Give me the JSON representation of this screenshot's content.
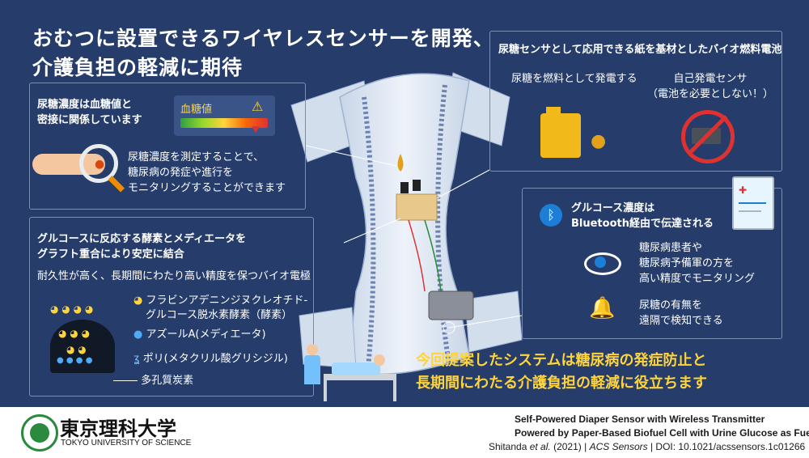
{
  "title": {
    "line1": "おむつに設置できるワイヤレスセンサーを開発、",
    "line2": "介護負担の軽減に期待"
  },
  "panel_glucose_blood": {
    "heading_line1": "尿糖濃度は血糖値と",
    "heading_line2": "密接に関係しています",
    "meter_label": "血糖値",
    "body_line1": "尿糖濃度を測定することで、",
    "body_line2": "糖尿病の発症や進行を",
    "body_line3": "モニタリングすることができます"
  },
  "panel_enzyme": {
    "heading_line1": "グルコースに反応する酵素とメディエータを",
    "heading_line2": "グラフト重合により安定に結合",
    "subheading": "耐久性が高く、長期間にわたり高い精度を保つバイオ電極",
    "legend": [
      {
        "label": "フラビンアデニンジヌクレオチド-",
        "label2": "グルコース脱水素酵素（酵素）"
      },
      {
        "label": "アズールA(メディエータ)",
        "label2": ""
      },
      {
        "label": "ポリ(メタクリル酸グリシジル)",
        "label2": ""
      },
      {
        "label": "多孔質炭素",
        "label2": ""
      }
    ]
  },
  "panel_fuelcell": {
    "heading": "尿糖センサとして応用できる紙を基材としたバイオ燃料電池",
    "item1": "尿糖を燃料として発電する",
    "item2_line1": "自己発電センサ",
    "item2_line2": "（電池を必要としない！）"
  },
  "panel_bluetooth": {
    "heading_line1": "グルコース濃度は",
    "heading_line2": "Bluetooth経由で伝達される",
    "item1_line1": "糖尿病患者や",
    "item1_line2": "糖尿病予備軍の方を",
    "item1_line3": "高い精度でモニタリング",
    "item2_line1": "尿糖の有無を",
    "item2_line2": "遠隔で検知できる"
  },
  "conclusion": {
    "line1": "今回提案したシステムは糖尿病の発症防止と",
    "line2": "長期間にわたる介護負担の軽減に役立ちます"
  },
  "footer": {
    "university_jp": "東京理科大学",
    "university_en": "TOKYO UNIVERSITY OF SCIENCE",
    "paper_line1": "Self-Powered Diaper Sensor with Wireless Transmitter",
    "paper_line2": "Powered by Paper-Based Biofuel Cell with Urine Glucose as Fuel",
    "citation_authors": "Shitanda",
    "citation_etal": "et al.",
    "citation_year": "(2021)",
    "citation_journal": "ACS Sensors",
    "citation_doi": "DOI: 10.1021/acssensors.1c01266",
    "separator": "|"
  },
  "colors": {
    "background": "#263d6c",
    "panel_border": "#7a8db3",
    "accent_yellow": "#ffd43b",
    "diaper": "#dce6f2"
  },
  "icons": [
    "finger-icon",
    "magnifier-icon",
    "warning-icon",
    "drop-icon",
    "fuel-can-icon",
    "no-battery-icon",
    "bluetooth-icon",
    "eye-icon",
    "bell-icon",
    "clipboard-icon"
  ]
}
